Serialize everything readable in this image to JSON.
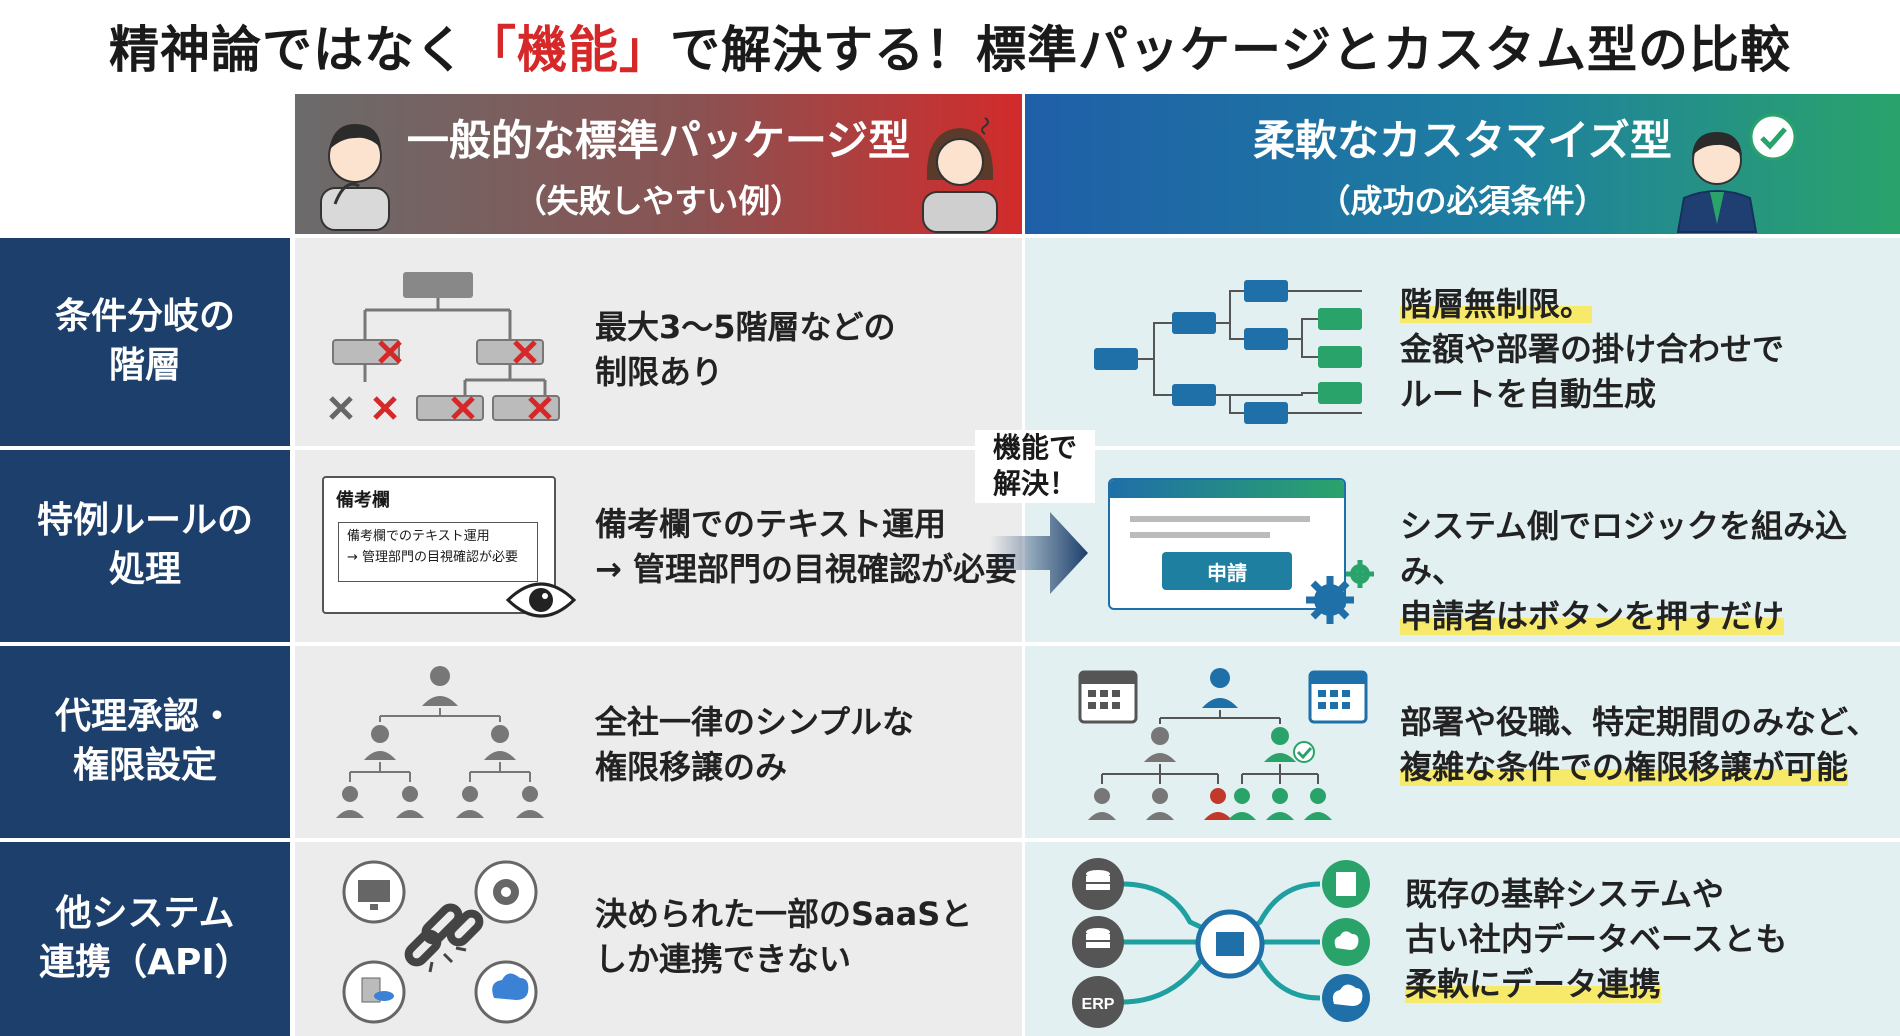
{
  "title": {
    "prefix": "精神論ではなく",
    "accent": "「機能」",
    "suffix": "で解決する！標準パッケージとカスタム型の比較"
  },
  "header": {
    "left_main": "一般的な標準パッケージ型",
    "left_sub": "（失敗しやすい例）",
    "right_main": "柔軟なカスタマイズ型",
    "right_sub": "（成功の必須条件）"
  },
  "middle_label": {
    "line1": "機能で",
    "line2": "解決！"
  },
  "rows": [
    {
      "label1": "条件分岐の",
      "label2": "階層",
      "left_line1": "最大3〜5階層などの",
      "left_line2": "制限あり",
      "right_line1": "階層無制限。",
      "right_line2": "金額や部署の掛け合わせで",
      "right_line3": "ルートを自動生成"
    },
    {
      "label1": "特例ルールの",
      "label2": "処理",
      "left_line1": "備考欄でのテキスト運用",
      "left_line2": "→ 管理部門の目視確認が必要",
      "memo_title": "備考欄",
      "memo_line1": "備考欄でのテキスト運用",
      "memo_line2": "→ 管理部門の目視確認が必要",
      "button_label": "申請",
      "right_line1": "システム側でロジックを組み込み、",
      "right_line2": "申請者はボタンを押すだけ"
    },
    {
      "label1": "代理承認・",
      "label2": "権限設定",
      "left_line1": "全社一律のシンプルな",
      "left_line2": "権限移譲のみ",
      "right_line1": "部署や役職、特定期間のみなど、",
      "right_line2": "複雑な条件での権限移譲が可能"
    },
    {
      "label1": "他システム",
      "label2": "連携（API）",
      "left_line1": "決められた一部のSaaSと",
      "left_line2": "しか連携できない",
      "erp_label": "ERP",
      "right_line1": "既存の基幹システムや",
      "right_line2": "古い社内データベースとも",
      "right_line3": "柔軟にデータ連携"
    }
  ],
  "colors": {
    "label_bg": "#1c3f6b",
    "left_bg": "#ececec",
    "right_bg": "#e3f0f1",
    "accent_red": "#d62828",
    "highlight": "#f7e96a",
    "teal": "#1e8fa0",
    "green": "#2aa36b"
  }
}
